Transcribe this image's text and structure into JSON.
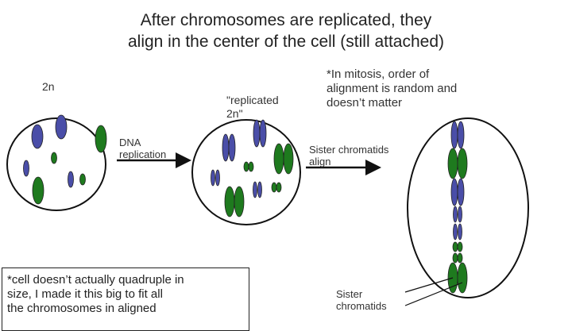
{
  "title_line1": "After chromosomes are replicated, they",
  "title_line2": "align in the center of the cell (still attached)",
  "label_2n": "2n",
  "label_replicated_1": "\"replicated",
  "label_replicated_2": "2n\"",
  "label_dna_1": "DNA",
  "label_dna_2": "replication",
  "label_mitosis_1": "*In mitosis, order of",
  "label_mitosis_2": "alignment is random and",
  "label_mitosis_3": "doesn’t matter",
  "label_sister_align_1": "Sister chromatids",
  "label_sister_align_2": "align",
  "label_sister_1": "Sister",
  "label_sister_2": "chromatids",
  "note_line1": "*cell doesn’t actually quadruple in",
  "note_line2": "size, I made it this big to fit all",
  "note_line3": "the chromosomes in aligned",
  "colors": {
    "blue": "#4a4ea8",
    "green": "#1e7a1e",
    "outline": "#111111"
  }
}
